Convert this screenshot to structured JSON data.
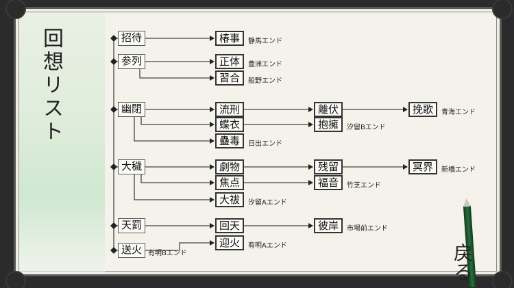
{
  "title": "回想リスト",
  "back_label": "戻る",
  "nodes": {
    "shotai": "招待",
    "chinji": "椿事",
    "sanretsu": "参列",
    "shotai2": "正体",
    "shugo": "習合",
    "yuhei": "幽閉",
    "ryukei": "流刑",
    "chouhuku": "蝶衣",
    "kodoku": "蠱毒",
    "rifuku": "離伏",
    "houyou": "抱擁",
    "banka": "挽歌",
    "oharai": "大穢",
    "gekibutsu": "劇物",
    "zanryu": "残留",
    "meikai": "冥界",
    "shoten": "焦点",
    "fukuin": "福音",
    "ooharae": "大祓",
    "tenbatsu": "天罰",
    "kaiten": "回天",
    "higan": "彼岸",
    "okuribi": "送火",
    "mukaebi": "迎火"
  },
  "endings": {
    "shizuma": "静馬エンド",
    "toyosu": "豊洲エンド",
    "funano": "船野エンド",
    "aomi": "青海エンド",
    "shiodome_b": "汐留Bエンド",
    "shinbashi": "新橋エンド",
    "takeshiba": "竹芝エンド",
    "shiodome_a": "汐留Aエンド",
    "shijomae": "市場前エンド",
    "ariake_b": "有明Bエンド",
    "ariake_a": "有明Aエンド"
  }
}
